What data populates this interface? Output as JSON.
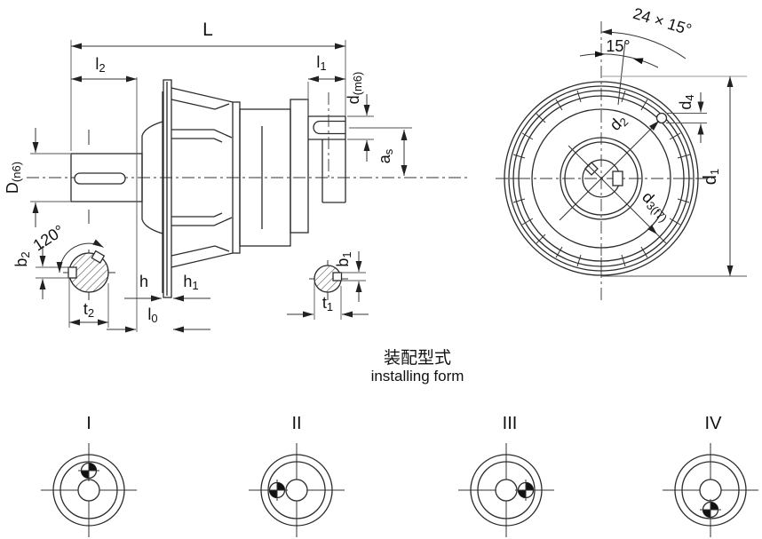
{
  "labels": {
    "L": "L",
    "l2": {
      "main": "l",
      "sub": "2"
    },
    "l1": {
      "main": "l",
      "sub": "1"
    },
    "d_shaft": {
      "main": "d",
      "sub": "(m6)"
    },
    "D_shaft": {
      "main": "D",
      "sub": "(n6)"
    },
    "a_s": {
      "main": "a",
      "sub": "s"
    },
    "b2": {
      "main": "b",
      "sub": "2"
    },
    "angle_120": "120°",
    "t2": {
      "main": "t",
      "sub": "2"
    },
    "h": "h",
    "h1": {
      "main": "h",
      "sub": "1"
    },
    "l0": {
      "main": "l",
      "sub": "0"
    },
    "b1": {
      "main": "b",
      "sub": "1"
    },
    "t1": {
      "main": "t",
      "sub": "1"
    },
    "bolt_pattern": "24 × 15°",
    "angle_15": "15°",
    "d2": {
      "main": "d",
      "sub": "2"
    },
    "d4": {
      "main": "d",
      "sub": "4"
    },
    "d1": {
      "main": "d",
      "sub": "1"
    },
    "d3": {
      "main": "d",
      "sub": "3(f7)"
    }
  },
  "caption": {
    "zh": "装配型式",
    "en": "installing form"
  },
  "forms": [
    {
      "label": "I"
    },
    {
      "label": "II"
    },
    {
      "label": "III"
    },
    {
      "label": "IV"
    }
  ],
  "colors": {
    "line": "#2b2b2b",
    "dim": "#333333",
    "light_ext": "#999999"
  }
}
